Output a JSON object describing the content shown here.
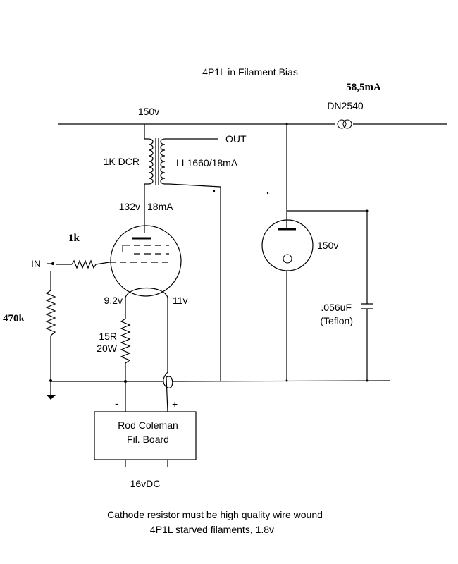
{
  "title": "4P1L in Filament Bias",
  "current_total": "58,5mA",
  "ccs_label": "DN2540",
  "supply_voltage": "150v",
  "output_label": "OUT",
  "transformer_dcr": "1K DCR",
  "transformer_label": "LL1660/18mA",
  "plate_voltage": "132v",
  "plate_current": "18mA",
  "grid_resistor": "1k",
  "input_label": "IN",
  "grid_leak": "470k",
  "filament_left_voltage": "9.2v",
  "filament_right_voltage": "11v",
  "cathode_resistor_value": "15R",
  "cathode_resistor_power": "20W",
  "vr_tube_label": "150v",
  "cap_value": ".056uF",
  "cap_type": "(Teflon)",
  "minus_sign": "-",
  "plus_sign": "+",
  "fil_board_line1": "Rod Coleman",
  "fil_board_line2": "Fil. Board",
  "fil_supply": "16vDC",
  "note_line1": "Cathode resistor must be high quality wire wound",
  "note_line2": "4P1L starved filaments, 1.8v"
}
